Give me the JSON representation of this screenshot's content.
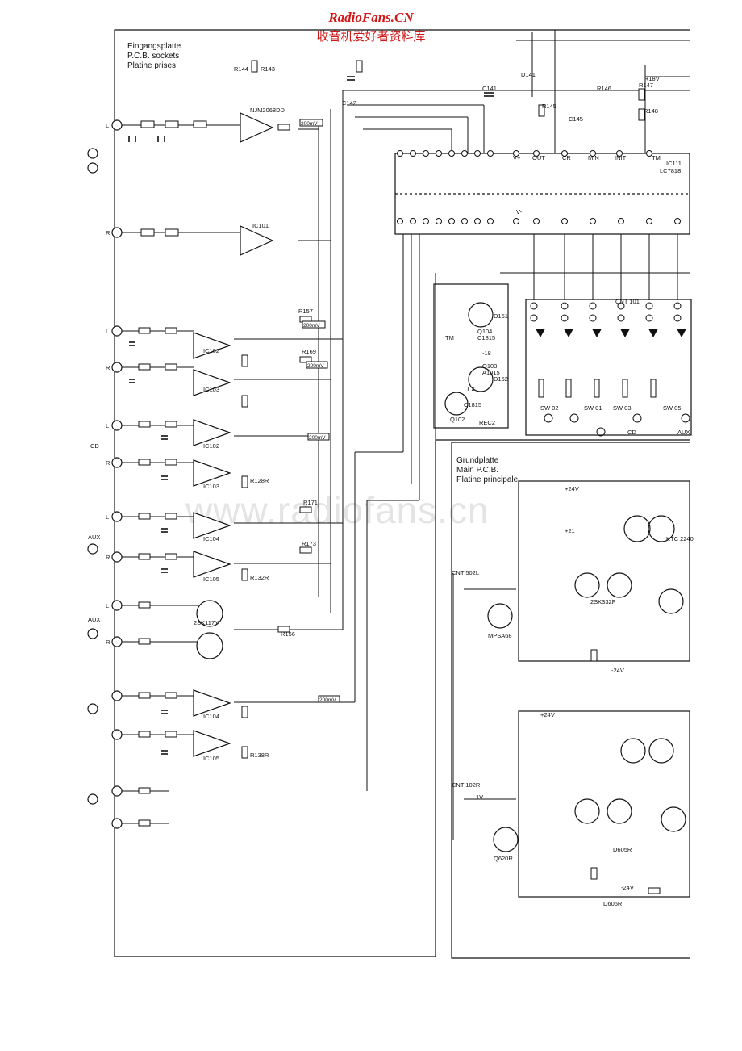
{
  "header": {
    "site": "RadioFans.CN",
    "site_cn": "收音机爱好者资料库",
    "color": "#d01818"
  },
  "watermark": "www.radiofans.cn",
  "colors": {
    "ink": "#111111",
    "paper": "#ffffff"
  },
  "input_board": {
    "line1": "Eingangsplatte",
    "line2": "P.C.B. sockets",
    "line3": "Platine prises"
  },
  "main_board": {
    "line1": "Grundplatte",
    "line2": "Main P.C.B.",
    "line3": "Platine principale"
  },
  "ics": {
    "ic101": "IC101",
    "njm": "NJM2068DD",
    "ic102": "IC102",
    "ic103": "IC103",
    "ic104": "IC104",
    "ic105": "IC105",
    "ic111": "IC111",
    "lc7818": "LC7818"
  },
  "level_tags": {
    "a": "200mV",
    "b": "200mV",
    "c": "200mV",
    "d": "200mV",
    "e": "200mV"
  },
  "jacks": {
    "cd": "CD",
    "aux": "AUX",
    "aux2": "AUX",
    "l": "L",
    "r": "R"
  },
  "parts": {
    "r144": "R144",
    "r143": "R143",
    "c142": "C142",
    "c141": "C141",
    "d141": "D141",
    "r145": "R145",
    "r146": "R146",
    "r147": "R147",
    "r148": "R148",
    "c145": "C145",
    "r157": "R157",
    "r169": "R169",
    "r171": "R171",
    "r173": "R173",
    "r156": "R156",
    "r138": "R138R",
    "r132": "R132R",
    "r128": "R128R",
    "q104": "Q104",
    "q103": "Q103",
    "q102": "Q102",
    "d151": "D151",
    "d152": "D152",
    "c1815": "C1815",
    "a1015": "A1015",
    "rec2": "REC2",
    "tm": "TM",
    "t2": "T 2",
    "cnt101": "CNT 101",
    "cnt502": "CNT 502L",
    "cnt102": "CNT 102R",
    "mps": "MPSA68",
    "q620": "Q620R",
    "ktc": "KTC 2240",
    "fet": "2SK117Y",
    "bc": "2SK332F",
    "d605": "D605R",
    "d606": "D606R"
  },
  "pins": {
    "vplus": "V+",
    "vminus": "V-",
    "out": "OUT",
    "cr": "CR",
    "min": "MIN",
    "init": "INIT",
    "tm": "TM"
  },
  "rails": {
    "p24": "+24V",
    "m24": "-24V",
    "p18": "+18V",
    "m18": "-18",
    "p21": "+21",
    "v1": "1V"
  },
  "sw_labels": {
    "sw02": "SW 02",
    "sw01": "SW 01",
    "sw03": "SW 03",
    "sw05": "SW 05",
    "cd": "CD",
    "aux": "AUX"
  }
}
